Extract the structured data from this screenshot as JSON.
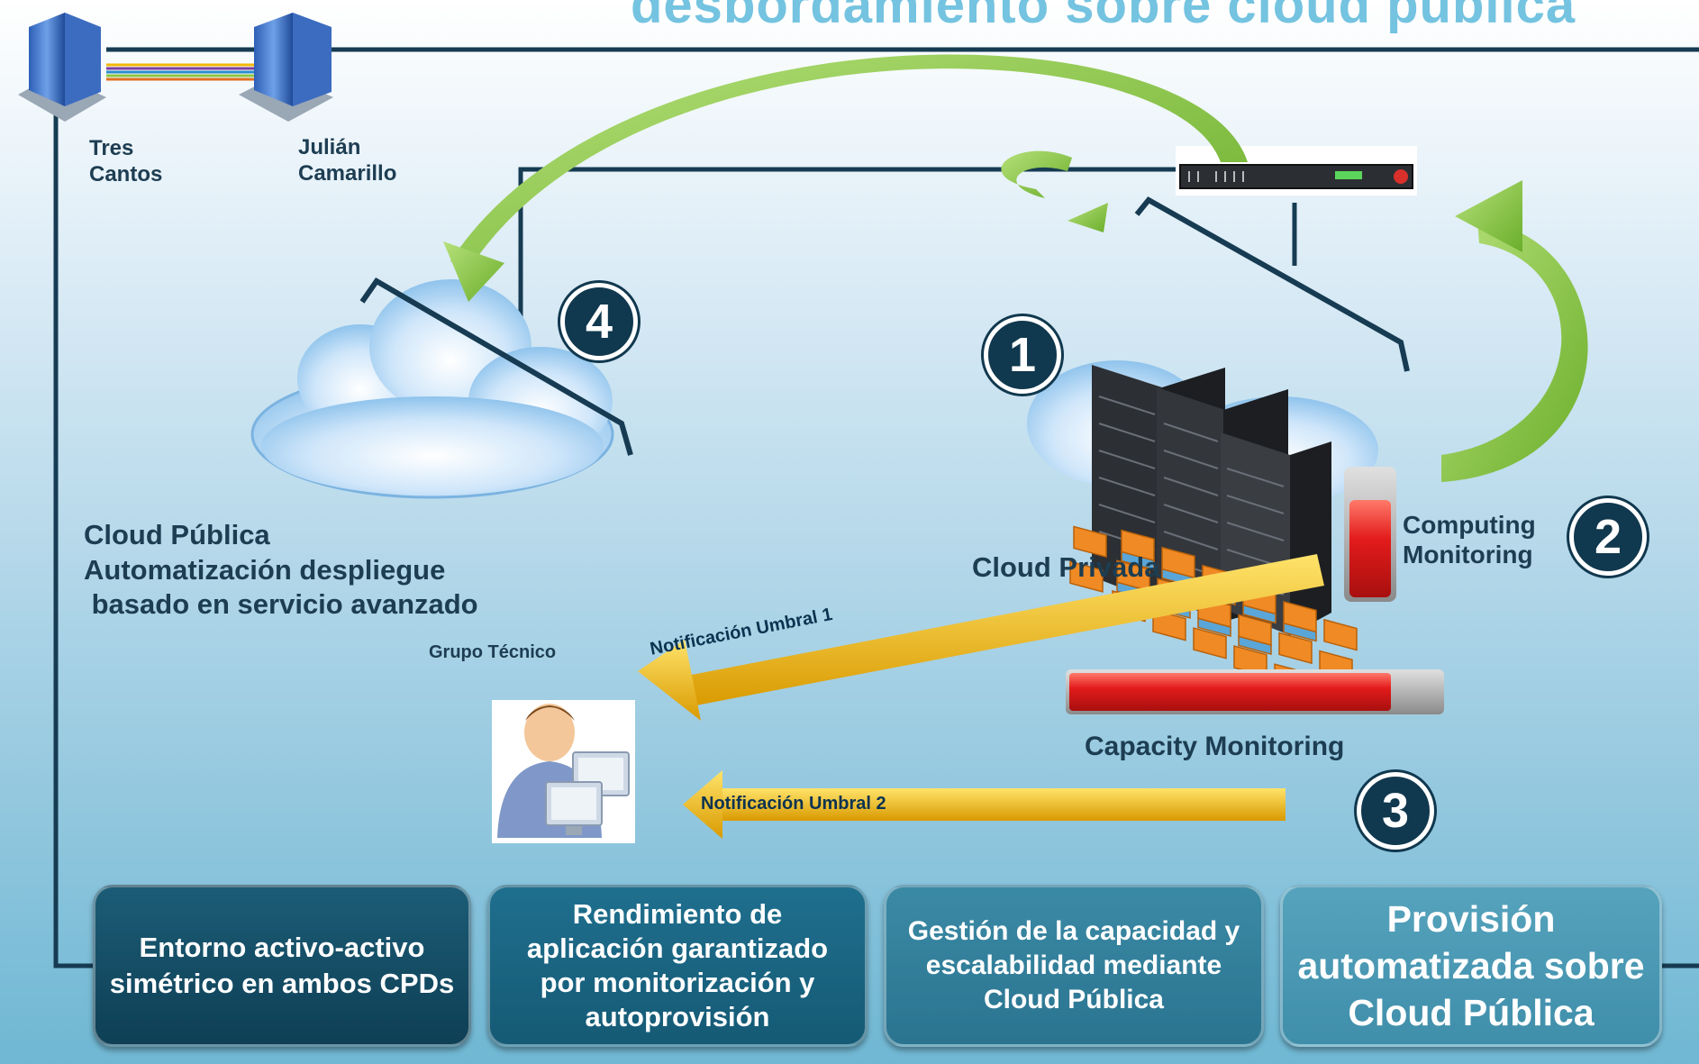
{
  "title": "desbordamiento sobre cloud pública",
  "sites": [
    {
      "label": "Tres\nCantos"
    },
    {
      "label": "Julián\nCamarillo"
    }
  ],
  "public_cloud": {
    "title": "Cloud Pública",
    "line1": "Automatización despliegue",
    "line2": " basado en servicio avanzado"
  },
  "private_cloud": {
    "label": "Cloud Privada"
  },
  "computing_monitoring": "Computing\nMonitoring",
  "capacity_monitoring": "Capacity Monitoring",
  "grupo_tecnico": "Grupo Técnico",
  "notifications": {
    "umbral1": "Notificación Umbral 1",
    "umbral2": "Notificación Umbral 2"
  },
  "steps": [
    "1",
    "2",
    "3",
    "4"
  ],
  "boxes": [
    "Entorno activo-activo simétrico en ambos CPDs",
    "Rendimiento de aplicación garantizado por monitorización y autoprovisión",
    "Gestión de la capacidad y escalabilidad mediante Cloud Pública",
    "Provisión automatizada sobre Cloud Pública"
  ],
  "colors": {
    "green_arrow": "#8cc63f",
    "gold_arrow": "#f2b705",
    "badge": "#10384e",
    "line": "#163b52",
    "red_bar": "#e31b1b"
  }
}
